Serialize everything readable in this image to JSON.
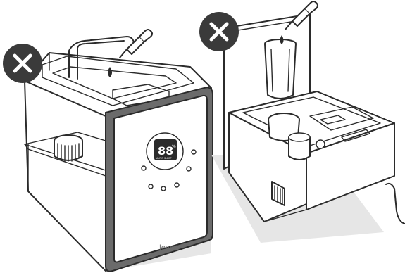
{
  "device": {
    "display_digits": "88",
    "display_unit": "%",
    "display_caption": "AUTO SLEEP",
    "brand_logo": "levoit"
  },
  "badges": [
    {
      "icon": "close-icon",
      "meaning": "prohibited"
    },
    {
      "icon": "close-icon",
      "meaning": "prohibited"
    }
  ],
  "colors": {
    "badge_fill": "#3a3a3a",
    "badge_mark": "#ffffff",
    "shadow": "#e6e6e6",
    "stroke": "#2b2b2b",
    "panel": "#ffffff",
    "bezel": "#6b6b6b",
    "display": "#2b2b2b"
  }
}
